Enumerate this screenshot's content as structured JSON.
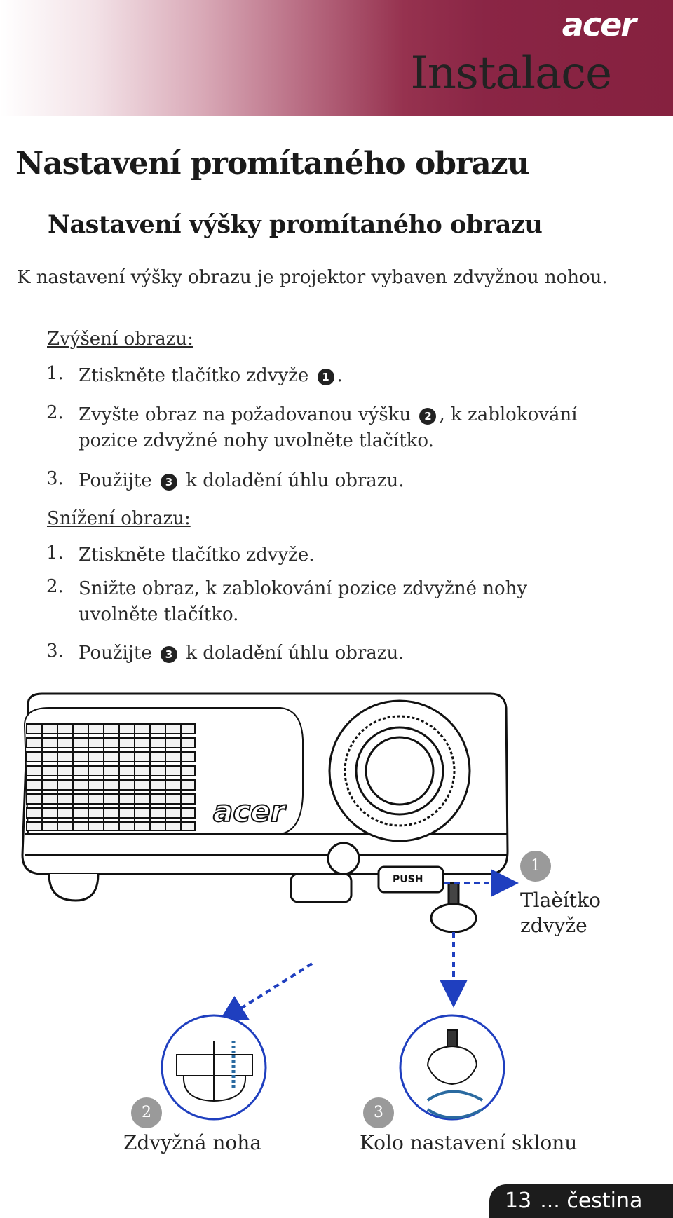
{
  "header": {
    "brand": "acer",
    "chapter": "Instalace"
  },
  "section_title": "Nastavení promítaného obrazu",
  "subsection_title": "Nastavení výšky promítaného obrazu",
  "intro": "K nastavení výšky obrazu je projektor vybaven zdvyžnou nohou.",
  "raise": {
    "heading": "Zvýšení obrazu:",
    "steps": [
      {
        "num": "1.",
        "before": "Ztiskněte tlačítko zdvyže",
        "badge": "1",
        "after": "."
      },
      {
        "num": "2.",
        "before": "Zvyšte obraz na požadovanou výšku",
        "badge": "2",
        "after": ", k zablokování pozice zdvyžné nohy uvolněte tlačítko."
      },
      {
        "num": "3.",
        "before": "Použijte",
        "badge": "3",
        "after": "k doladění úhlu obrazu."
      }
    ]
  },
  "lower": {
    "heading": "Snížení obrazu:",
    "steps": [
      {
        "num": "1.",
        "text": "Ztiskněte tlačítko zdvyže."
      },
      {
        "num": "2.",
        "text": "Snižte obraz, k zablokování pozice zdvyžné nohy uvolněte tlačítko."
      },
      {
        "num": "3.",
        "before": "Použijte",
        "badge": "3",
        "after": "k doladění úhlu obrazu."
      }
    ]
  },
  "figure": {
    "projector_logo": "acer",
    "push_label": "PUSH",
    "callouts": [
      {
        "num": "1",
        "label_line1": "Tlaèítko",
        "label_line2": "zdvyže"
      },
      {
        "num": "2",
        "label": "Zdvyžná noha"
      },
      {
        "num": "3",
        "label": "Kolo nastavení sklonu"
      }
    ]
  },
  "footer": {
    "page": "13",
    "language": "... čestina"
  }
}
